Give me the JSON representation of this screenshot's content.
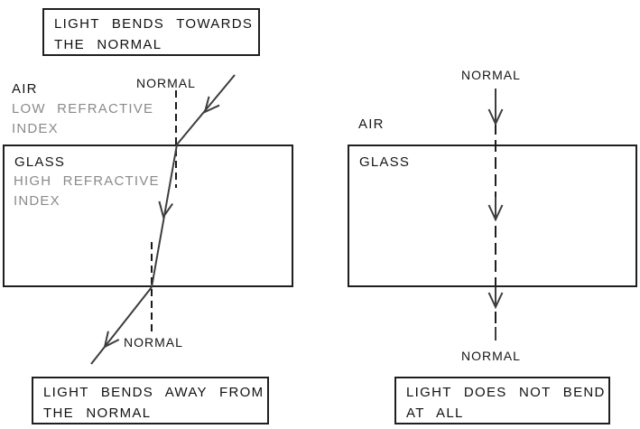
{
  "colors": {
    "ink": "#1a1a1a",
    "ray": "#3d3d3d",
    "muted_text": "#8a8a8a",
    "background": "#ffffff"
  },
  "left": {
    "caption_top": [
      "LIGHT BENDS TOWARDS",
      "THE NORMAL"
    ],
    "air_label": "AIR",
    "air_sub": [
      "LOW REFRACTIVE",
      "INDEX"
    ],
    "normal_top_label": "NORMAL",
    "glass_label": "GLASS",
    "glass_sub": [
      "HIGH REFRACTIVE",
      "INDEX"
    ],
    "normal_bottom_label": "NORMAL",
    "caption_bottom": [
      "LIGHT BENDS AWAY FROM",
      "THE NORMAL"
    ]
  },
  "right": {
    "normal_top_label": "NORMAL",
    "air_label": "AIR",
    "glass_label": "GLASS",
    "normal_bottom_label": "NORMAL",
    "caption_bottom": [
      "LIGHT DOES NOT BEND",
      "AT ALL"
    ]
  }
}
